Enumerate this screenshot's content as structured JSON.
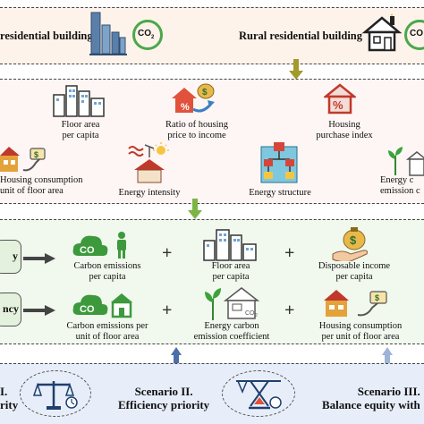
{
  "top": {
    "urban_label": "residential building",
    "rural_label": "Rural residential building",
    "co2_text": "CO",
    "co2_sub": "2"
  },
  "factors": {
    "floor_area": [
      "Floor area",
      "per capita"
    ],
    "ratio_housing": [
      "Ratio of housing",
      "price to income"
    ],
    "housing_purchase": [
      "Housing",
      "purchase index"
    ],
    "housing_consumption": [
      "Housing consumption",
      "unit of floor area"
    ],
    "energy_intensity": "Energy intensity",
    "energy_structure": "Energy structure",
    "energy_carbon": [
      "Energy c",
      "emission c"
    ]
  },
  "equations": {
    "row1_left": "y",
    "row1": {
      "carbon_per_capita": [
        "Carbon emissions",
        "per capita"
      ],
      "floor_area": [
        "Floor area",
        "per capita"
      ],
      "disposable_income": [
        "Disposable income",
        "per capita"
      ]
    },
    "row2_left": "ncy",
    "row2": {
      "carbon_per_floor": [
        "Carbon emissions per",
        "unit of floor area"
      ],
      "energy_carbon_coef": [
        "Energy carbon",
        "emission coefficient"
      ],
      "housing_consumption": [
        "Housing consumption",
        "per unit of floor area"
      ]
    },
    "co2_icon_sub": "2"
  },
  "scenarios": {
    "one": [
      "I.",
      "rity"
    ],
    "two": [
      "Scenario II.",
      "Efficiency priority"
    ],
    "three": [
      "Scenario III.",
      "Balance equity with"
    ]
  },
  "colors": {
    "top_bg": "#fdf3ea",
    "mid_bg": "#fdf6f4",
    "eq_bg": "#f1f8ee",
    "bottom_bg": "#e8eef9",
    "arrow_olive": "#a39a2b",
    "arrow_green": "#7db544",
    "arrow_blue": "#4d6fa8",
    "co2_green": "#3c9a3c"
  }
}
